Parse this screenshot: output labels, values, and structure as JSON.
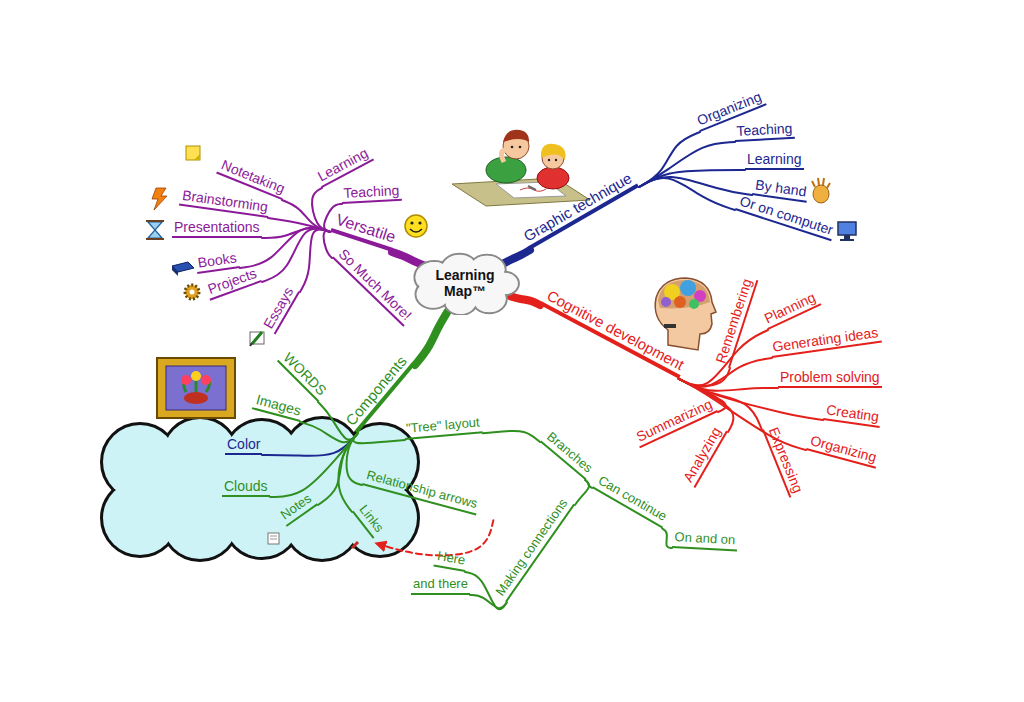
{
  "diagram": {
    "nodes": [
      {
        "text": [
          "Learning Map™"
        ]
      },
      {
        "text": [
          "Versatile"
        ]
      },
      {
        "text": [
          "Learning"
        ]
      },
      {
        "text": [
          "Teaching"
        ]
      },
      {
        "text": [
          "Notetaking"
        ]
      },
      {
        "text": [
          "Brainstorming"
        ]
      },
      {
        "text": [
          "Presentations"
        ]
      },
      {
        "text": [
          "Books"
        ]
      },
      {
        "text": [
          "Projects"
        ]
      },
      {
        "text": [
          "Essays"
        ]
      },
      {
        "text": [
          "So Much More!"
        ]
      },
      {
        "text": [
          "Graphic technique"
        ]
      },
      {
        "text": [
          "Organizing"
        ]
      },
      {
        "text": [
          "Teaching"
        ]
      },
      {
        "text": [
          "Learning"
        ]
      },
      {
        "text": [
          "By hand"
        ]
      },
      {
        "text": [
          "Or on computer"
        ]
      },
      {
        "text": [
          "Cognitive development"
        ]
      },
      {
        "text": [
          "Remembering"
        ]
      },
      {
        "text": [
          "Planning"
        ]
      },
      {
        "text": [
          "Generating ideas"
        ]
      },
      {
        "text": [
          "Problem solving"
        ]
      },
      {
        "text": [
          "Creating"
        ]
      },
      {
        "text": [
          "Organizing"
        ]
      },
      {
        "text": [
          "Expressing"
        ]
      },
      {
        "text": [
          "Analyzing"
        ]
      },
      {
        "text": [
          "Summarizing"
        ]
      },
      {
        "text": [
          "Components"
        ]
      },
      {
        "text": [
          "WORDS"
        ]
      },
      {
        "text": [
          "Images"
        ]
      },
      {
        "text": [
          "Color"
        ]
      },
      {
        "text": [
          "Clouds"
        ]
      },
      {
        "text": [
          "Notes"
        ]
      },
      {
        "text": [
          "Links"
        ]
      },
      {
        "text": [
          "Relationship arrows"
        ]
      },
      {
        "text": [
          "\"Tree\" layout"
        ]
      },
      {
        "text": [
          "Branches"
        ]
      },
      {
        "text": [
          "Can continue"
        ]
      },
      {
        "text": [
          "On and on"
        ]
      },
      {
        "text": [
          "Making connections"
        ]
      },
      {
        "text": [
          "Here"
        ]
      },
      {
        "text": [
          "and there"
        ]
      }
    ],
    "edges": [
      {
        "from": 0,
        "to": 1,
        "arrow": "none"
      },
      {
        "from": 1,
        "to": 2,
        "arrow": "none"
      },
      {
        "from": 1,
        "to": 3,
        "arrow": "none"
      },
      {
        "from": 1,
        "to": 4,
        "arrow": "none"
      },
      {
        "from": 1,
        "to": 5,
        "arrow": "none"
      },
      {
        "from": 1,
        "to": 6,
        "arrow": "none"
      },
      {
        "from": 1,
        "to": 7,
        "arrow": "none"
      },
      {
        "from": 1,
        "to": 8,
        "arrow": "none"
      },
      {
        "from": 1,
        "to": 9,
        "arrow": "none"
      },
      {
        "from": 1,
        "to": 10,
        "arrow": "none"
      },
      {
        "from": 0,
        "to": 11,
        "arrow": "none"
      },
      {
        "from": 11,
        "to": 12,
        "arrow": "none"
      },
      {
        "from": 11,
        "to": 13,
        "arrow": "none"
      },
      {
        "from": 11,
        "to": 14,
        "arrow": "none"
      },
      {
        "from": 11,
        "to": 15,
        "arrow": "none"
      },
      {
        "from": 11,
        "to": 16,
        "arrow": "none"
      },
      {
        "from": 0,
        "to": 17,
        "arrow": "none"
      },
      {
        "from": 17,
        "to": 18,
        "arrow": "none"
      },
      {
        "from": 17,
        "to": 19,
        "arrow": "none"
      },
      {
        "from": 17,
        "to": 20,
        "arrow": "none"
      },
      {
        "from": 17,
        "to": 21,
        "arrow": "none"
      },
      {
        "from": 17,
        "to": 22,
        "arrow": "none"
      },
      {
        "from": 17,
        "to": 23,
        "arrow": "none"
      },
      {
        "from": 17,
        "to": 24,
        "arrow": "none"
      },
      {
        "from": 17,
        "to": 25,
        "arrow": "none"
      },
      {
        "from": 17,
        "to": 26,
        "arrow": "none"
      },
      {
        "from": 0,
        "to": 27,
        "arrow": "none"
      },
      {
        "from": 27,
        "to": 28,
        "arrow": "none"
      },
      {
        "from": 27,
        "to": 29,
        "arrow": "none"
      },
      {
        "from": 27,
        "to": 30,
        "arrow": "none"
      },
      {
        "from": 27,
        "to": 31,
        "arrow": "none"
      },
      {
        "from": 27,
        "to": 32,
        "arrow": "none"
      },
      {
        "from": 27,
        "to": 33,
        "arrow": "none"
      },
      {
        "from": 27,
        "to": 34,
        "arrow": "none"
      },
      {
        "from": 27,
        "to": 35,
        "arrow": "none"
      },
      {
        "from": 35,
        "to": 36,
        "arrow": "none"
      },
      {
        "from": 36,
        "to": 37,
        "arrow": "none"
      },
      {
        "from": 37,
        "to": 38,
        "arrow": "none"
      },
      {
        "from": 36,
        "to": 39,
        "arrow": "none"
      },
      {
        "from": 39,
        "to": 40,
        "arrow": "none"
      },
      {
        "from": 39,
        "to": 41,
        "arrow": "none"
      },
      {
        "from": 34,
        "to": 33,
        "arrow": "to"
      }
    ]
  }
}
